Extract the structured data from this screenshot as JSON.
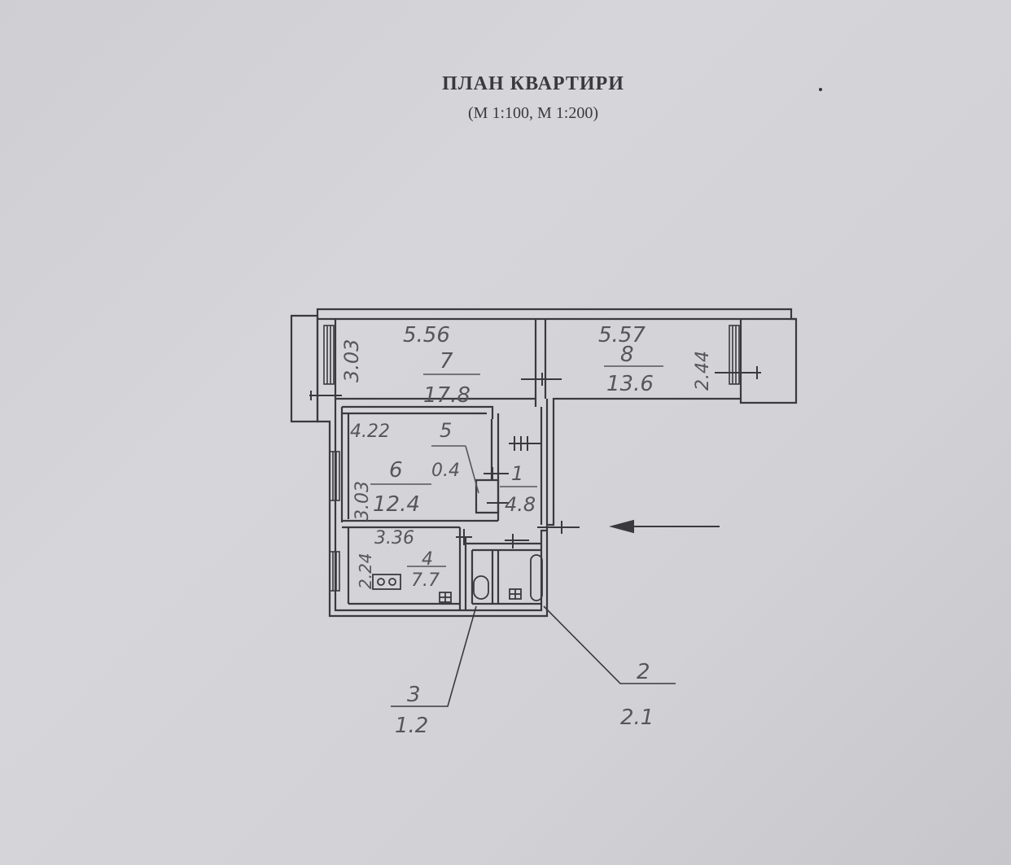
{
  "document": {
    "title": "ПЛАН КВАРТИРИ",
    "subtitle": "(М 1:100, М 1:200)"
  },
  "rooms": [
    {
      "number": "7",
      "area": "17.8",
      "length": "5.56",
      "width": "3.03"
    },
    {
      "number": "8",
      "area": "13.6",
      "length": "5.57",
      "width": "2.44"
    },
    {
      "number": "6",
      "area": "12.4",
      "length": "4.22",
      "width": "3.03"
    },
    {
      "number": "5",
      "area": "0.4"
    },
    {
      "number": "1",
      "area": "4.8"
    },
    {
      "number": "4",
      "area": "7.7",
      "length": "3.36",
      "width": "2.24"
    },
    {
      "number": "3",
      "area": "1.2"
    },
    {
      "number": "2",
      "area": "2.1"
    }
  ],
  "colors": {
    "paper": "#d3d3d7",
    "ink": "#3a3a3e",
    "pencil": "#55555c"
  }
}
